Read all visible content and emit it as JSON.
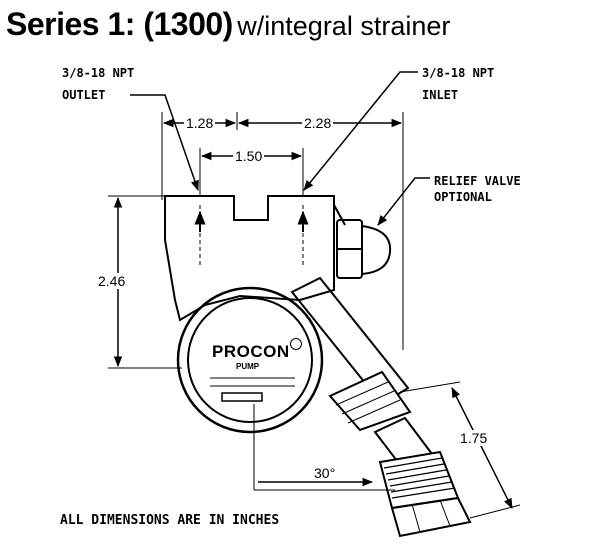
{
  "title": {
    "series": "Series 1: (1300)",
    "subtitle": "w/integral strainer"
  },
  "callouts": {
    "outlet_thread": "3/8-18 NPT",
    "outlet": "OUTLET",
    "inlet_thread": "3/8-18 NPT",
    "inlet": "INLET",
    "relief_line1": "RELIEF VALVE",
    "relief_line2": "OPTIONAL"
  },
  "dimensions": {
    "outlet_offset": "1.28",
    "inlet_offset": "2.28",
    "port_spacing": "1.50",
    "height": "2.46",
    "strainer_length": "1.75",
    "angle": "30°"
  },
  "nameplate": {
    "brand": "PROCON",
    "sub": "PUMP"
  },
  "footer_note": "ALL DIMENSIONS ARE IN INCHES",
  "colors": {
    "ink": "#000000",
    "paper": "#ffffff"
  }
}
